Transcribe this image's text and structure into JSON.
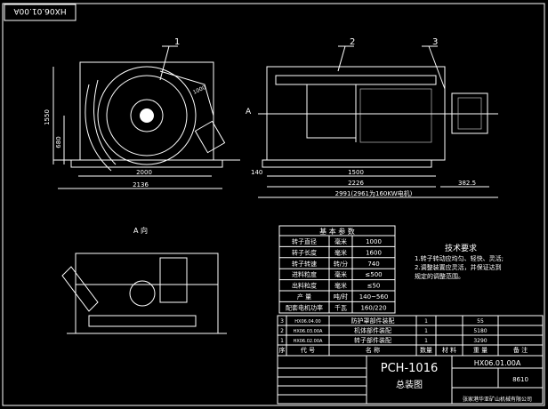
{
  "drawing_no_rotated": "HX06.01.00A",
  "callouts": [
    "1",
    "2",
    "3"
  ],
  "front_view": {
    "dim_bottom_inner": "2000",
    "dim_bottom_outer": "2136",
    "dim_left_outer": "1550",
    "dim_left_inner": "680",
    "dim_arc_label": "1000"
  },
  "side_view": {
    "section_marker": "A",
    "dim_height_left": "140",
    "dim_1500": "1500",
    "dim_2226": "2226",
    "dim_382": "382.5",
    "dim_total": "2991(2961为160KW电机)"
  },
  "aux_view": {
    "title": "A 向"
  },
  "param_table": {
    "title": "基 本 参 数",
    "rows": [
      [
        "转子直径",
        "毫米",
        "1000"
      ],
      [
        "转子长度",
        "毫米",
        "1600"
      ],
      [
        "转子转速",
        "转/分",
        "740"
      ],
      [
        "进料粒度",
        "毫米",
        "≤500"
      ],
      [
        "出料粒度",
        "毫米",
        "≤50"
      ],
      [
        "产  量",
        "吨/时",
        "140~560"
      ],
      [
        "配套电机功率",
        "千瓦",
        "160/220"
      ]
    ]
  },
  "tech_req": {
    "title": "技术要求",
    "lines": [
      "1.转子转动应均匀、轻快、灵活;",
      "2.调整装置应灵活，并保证达到",
      "  规定的调整范围。"
    ]
  },
  "bom": {
    "rows": [
      [
        "3",
        "HX06.04.00",
        "防护罩部件装配",
        "1",
        "",
        "55"
      ],
      [
        "2",
        "HX06.03.00A",
        "机体部件装配",
        "1",
        "",
        "5180"
      ],
      [
        "1",
        "HX06.02.00A",
        "转子部件装配",
        "1",
        "",
        "3290"
      ]
    ],
    "header": [
      "代  号",
      "名    称",
      "数量",
      "材  料",
      "重  量",
      "备  注"
    ],
    "col_label": "序"
  },
  "title_block": {
    "product": "PCH-1016",
    "drawing_name": "总装图",
    "drawing_no": "HX06.01.00A",
    "weight": "8610",
    "company": "张家港华亚矿山机械有限公司"
  }
}
